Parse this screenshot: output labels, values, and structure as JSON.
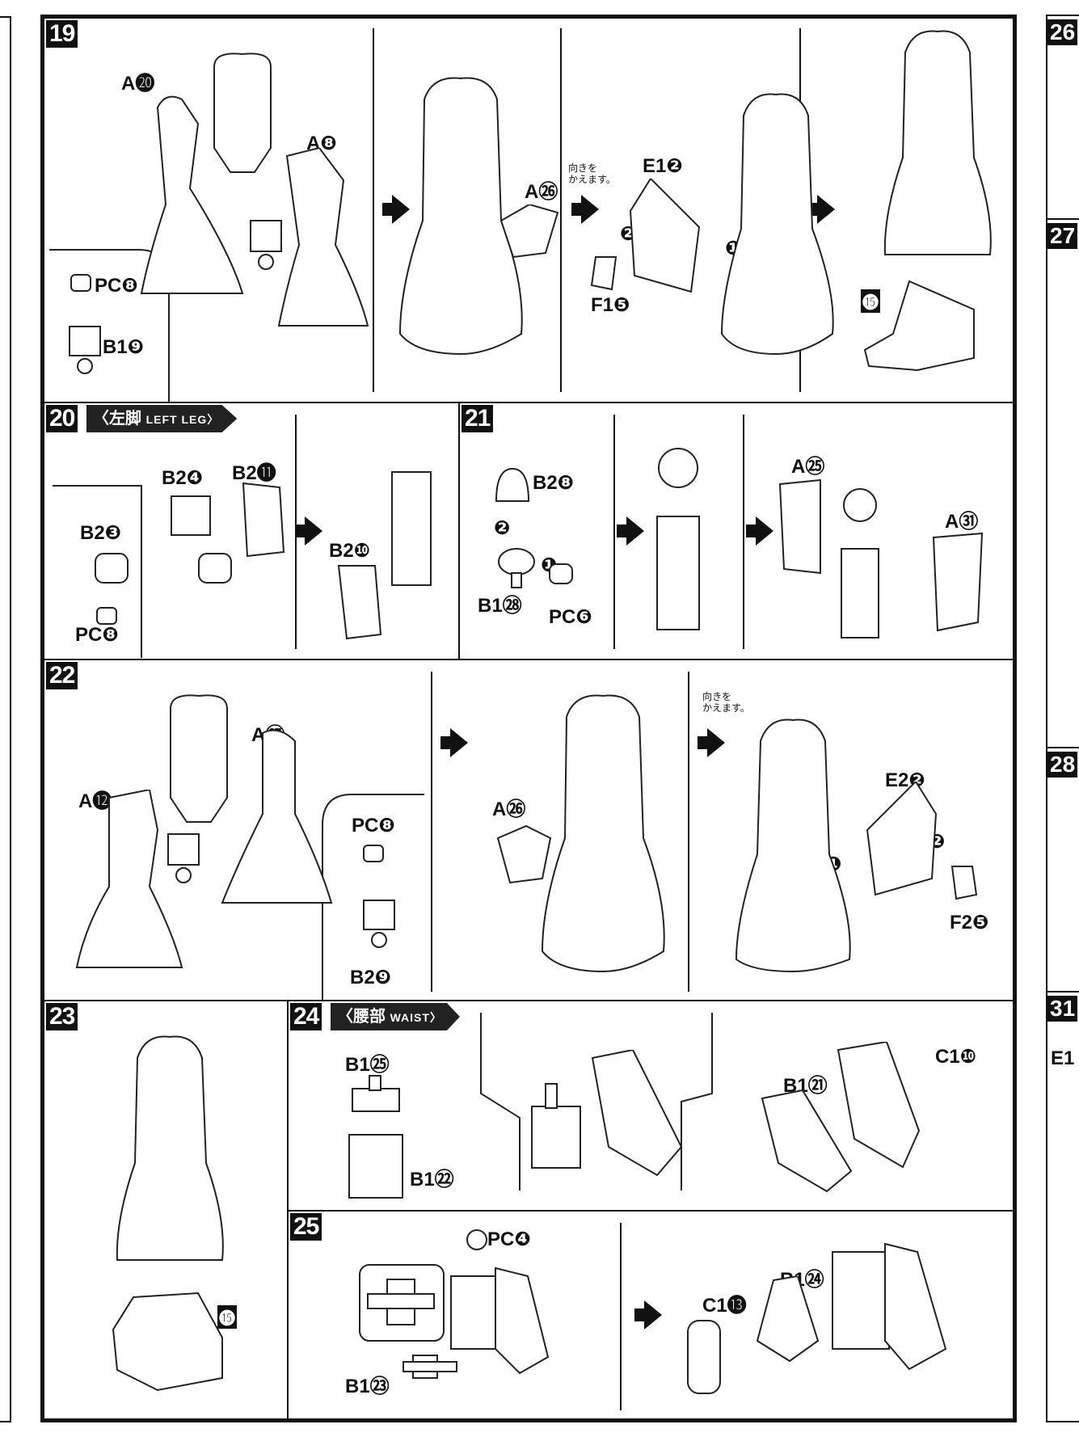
{
  "steps": {
    "s19": {
      "num": "19",
      "labels": [
        "A⓴",
        "A❽",
        "PC❽",
        "B1❾",
        "A㉖",
        "E1❷",
        "F1❺",
        "⓯"
      ],
      "note": "向きを\nかえます。",
      "marks": [
        "❷",
        "❶"
      ]
    },
    "s20": {
      "num": "20",
      "banner_jp": "〈左脚",
      "banner_en": "LEFT LEG〉",
      "labels": [
        "B2❹",
        "B2⓫",
        "B2❸",
        "PC❽",
        "B2❿"
      ]
    },
    "s21": {
      "num": "21",
      "labels": [
        "B2❽",
        "B1㉘",
        "PC❻",
        "A㉕",
        "A㉛"
      ],
      "marks": [
        "❷",
        "❶"
      ]
    },
    "s22": {
      "num": "22",
      "labels": [
        "A⓬",
        "A㉗",
        "PC❽",
        "B2❾",
        "A㉖",
        "E2❷",
        "F2❺"
      ],
      "note": "向きを\nかえます。",
      "marks": [
        "❷",
        "❶"
      ]
    },
    "s23": {
      "num": "23",
      "labels": [
        "⓯"
      ]
    },
    "s24": {
      "num": "24",
      "banner_jp": "〈腰部",
      "banner_en": "WAIST〉",
      "labels": [
        "B1㉕",
        "B1㉒",
        "B1㉑",
        "C1❿"
      ]
    },
    "s25": {
      "num": "25",
      "labels": [
        "PC❹",
        "B1㉓",
        "B1㉔",
        "C1⓭"
      ]
    }
  },
  "side": {
    "nums": [
      "26",
      "27",
      "28",
      "31"
    ],
    "labels": [
      "E1"
    ]
  }
}
